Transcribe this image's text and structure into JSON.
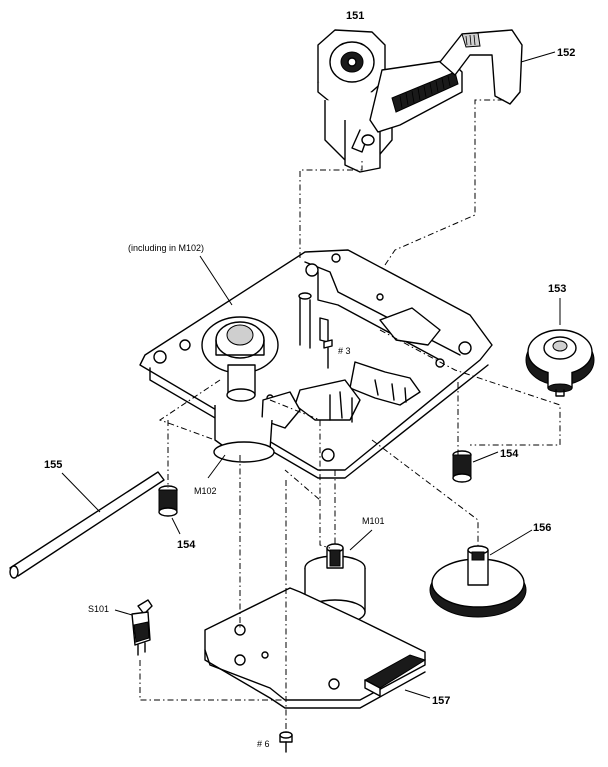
{
  "callouts": {
    "p151": "151",
    "p152": "152",
    "p153": "153",
    "p154a": "154",
    "p154b": "154",
    "p155": "155",
    "p156": "156",
    "p157": "157",
    "s101": "S101",
    "m101": "M101",
    "m102": "M102",
    "screw3": "# 3",
    "screw6": "# 6"
  },
  "notes": {
    "including": "(including in M102)"
  }
}
